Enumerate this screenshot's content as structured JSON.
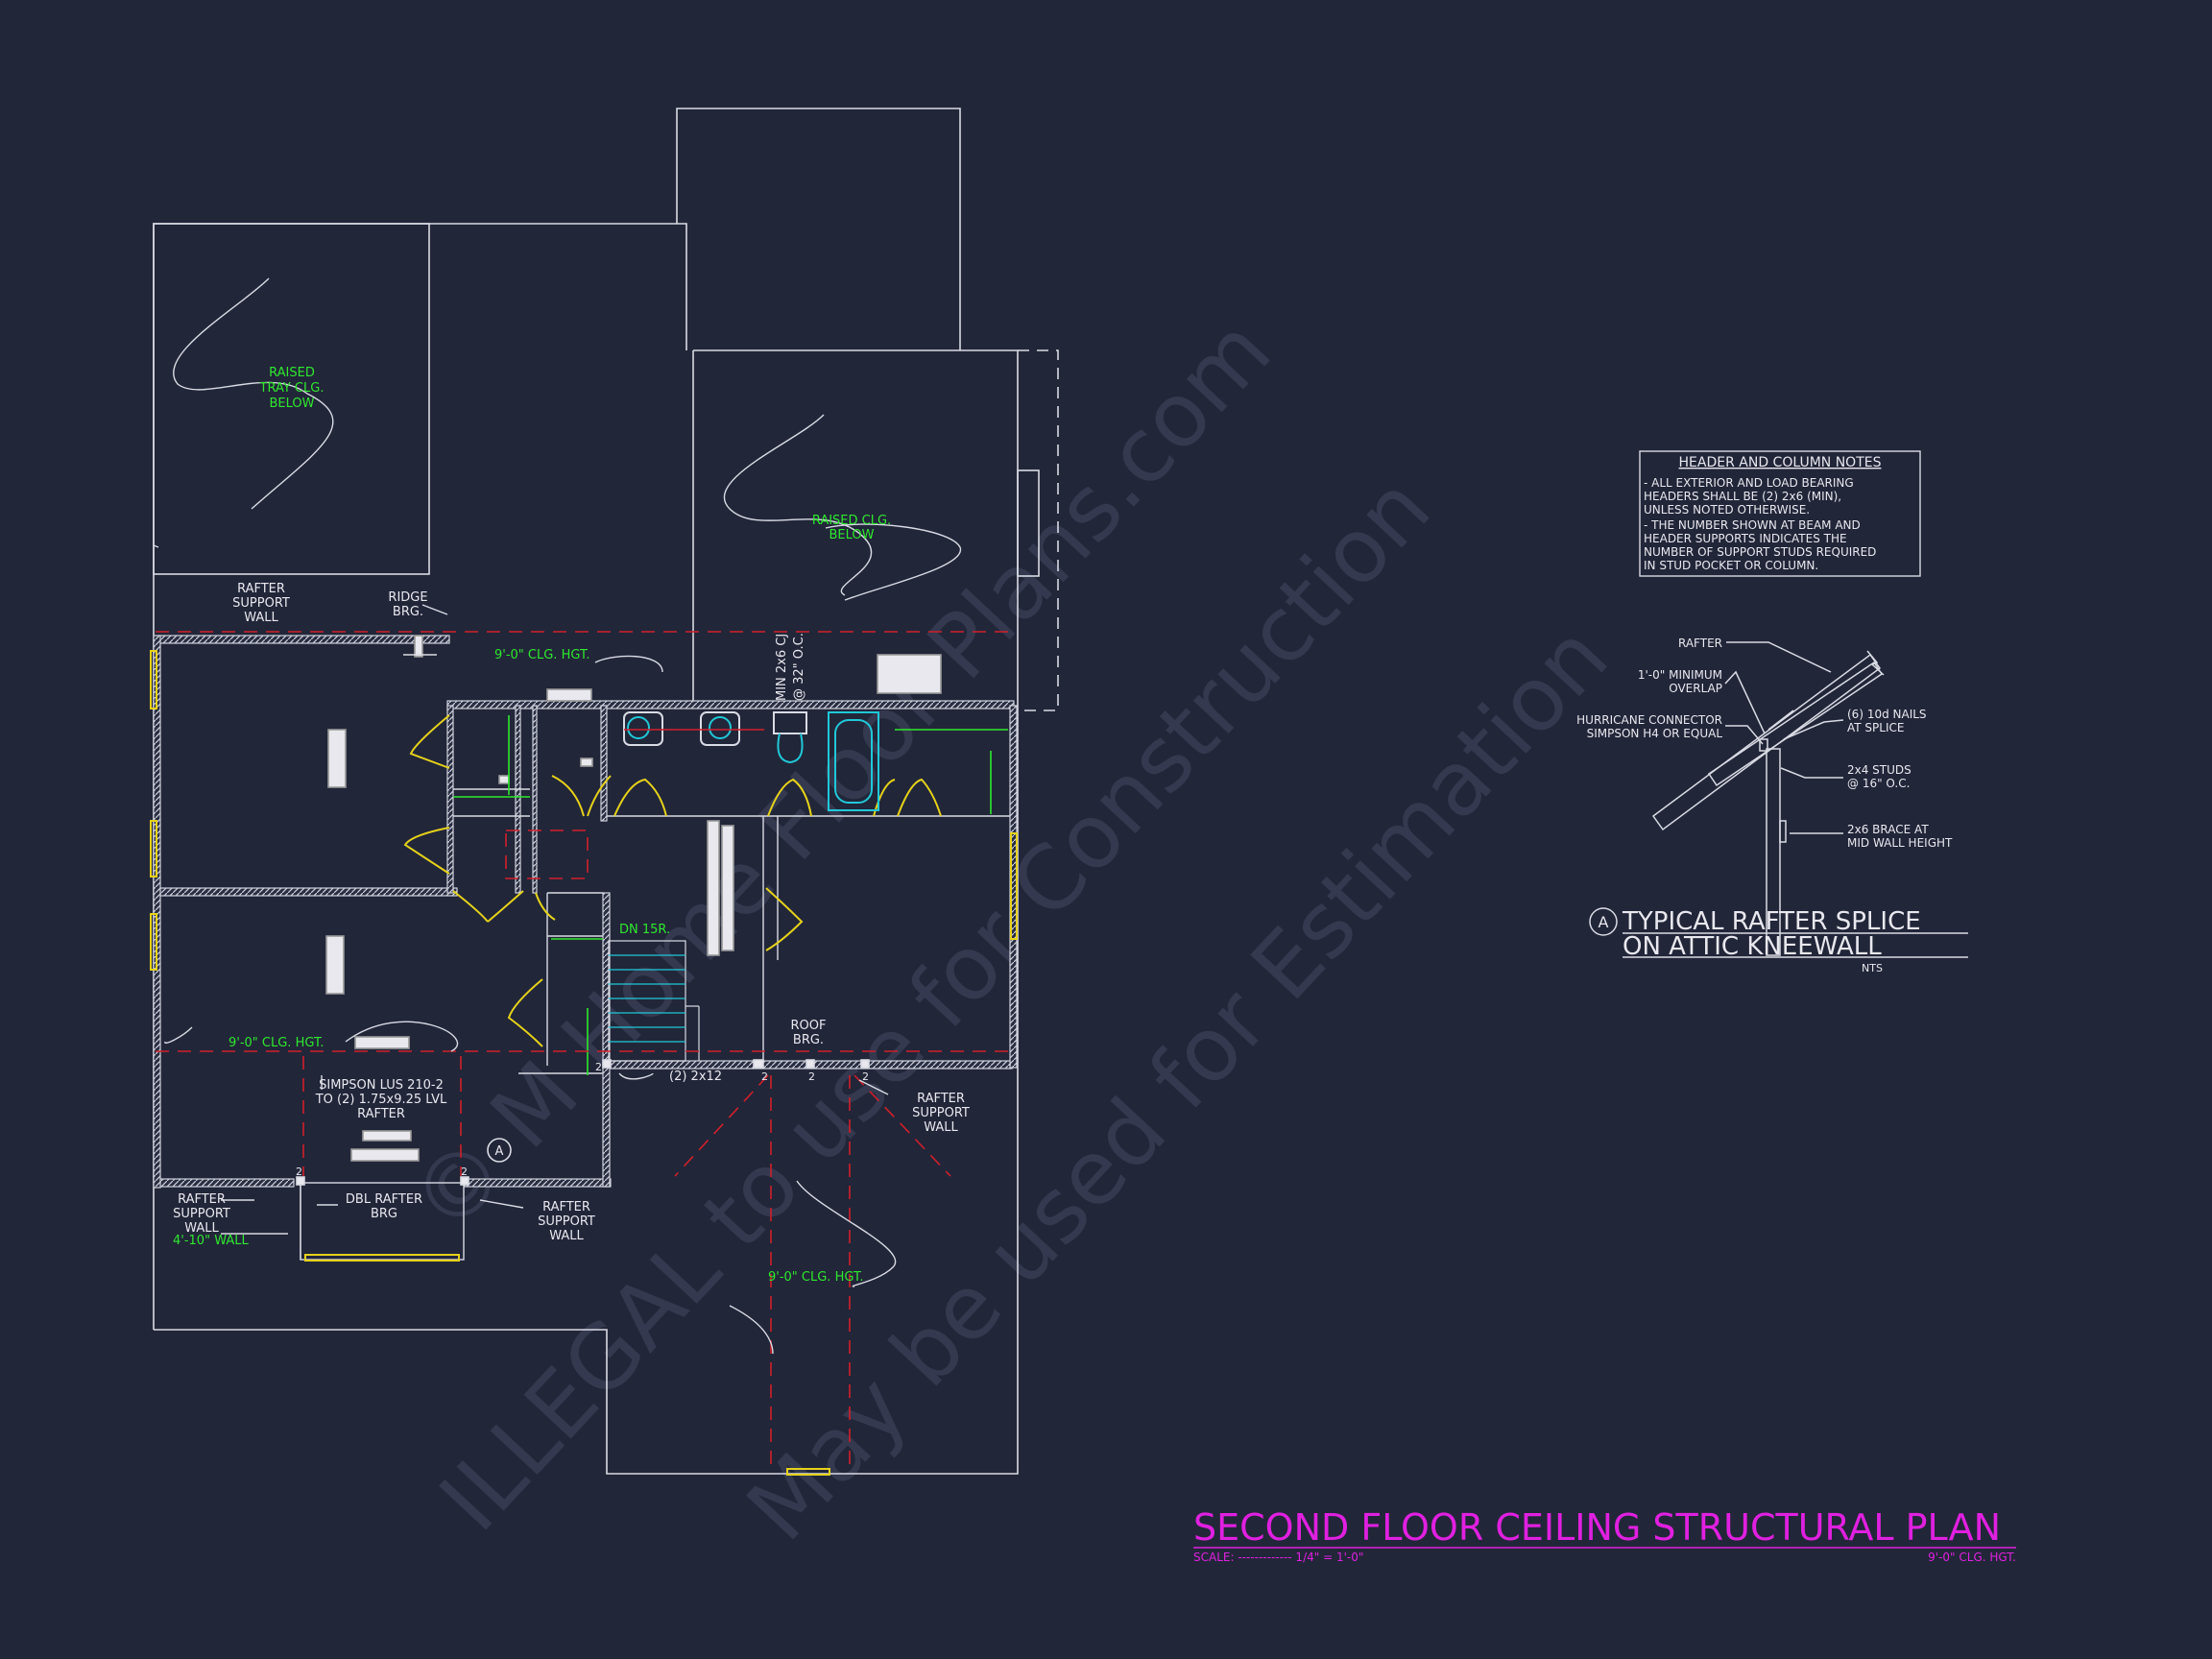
{
  "colors": {
    "background": "#222639",
    "linework": "#d9dbe3",
    "green_text": "#2ee82e",
    "white_text": "#e8e8ee",
    "magenta_title": "#e020e0",
    "red_dashed": "#d0202a",
    "yellow_door": "#e6d21a",
    "cyan_fixture": "#20c8d8",
    "watermark": "#3a3f54"
  },
  "plan": {
    "raised_tray_clg": [
      "RAISED",
      "TRAY CLG.",
      "BELOW"
    ],
    "raised_clg": [
      "RAISED CLG.",
      "BELOW"
    ],
    "clg_hgt_top": "9'-0\" CLG. HGT.",
    "clg_hgt_left": "9'-0\" CLG. HGT.",
    "clg_hgt_bottom": "9'-0\" CLG. HGT.",
    "min_cj": [
      "MIN 2x6 CJ",
      "@ 32\" O.C."
    ],
    "rafter_support_wall_top": [
      "RAFTER",
      "SUPPORT",
      "WALL"
    ],
    "ridge_brg": [
      "RIDGE",
      "BRG."
    ],
    "roof_brg": [
      "ROOF",
      "BRG."
    ],
    "rafter_support_wall_right": [
      "RAFTER",
      "SUPPORT",
      "WALL"
    ],
    "rafter_support_wall_bl": [
      "RAFTER",
      "SUPPORT",
      "WALL"
    ],
    "wall_4_10": "4'-10\" WALL",
    "dbl_rafter_brg": [
      "DBL RAFTER",
      "BRG"
    ],
    "rafter_support_wall_bc": [
      "RAFTER",
      "SUPPORT",
      "WALL"
    ],
    "simpson_note": [
      "SIMPSON LUS 210-2",
      "TO (2) 1.75x9.25 LVL",
      "RAFTER"
    ],
    "header_2x12": "(2) 2x12",
    "stair": "DN 15R.",
    "section_tag": "A",
    "support_counts": [
      "2",
      "2",
      "2",
      "2",
      "2",
      "2"
    ]
  },
  "header_notes": {
    "title": "HEADER AND COLUMN NOTES",
    "lines": [
      "- ALL EXTERIOR AND LOAD BEARING",
      "HEADERS SHALL BE (2) 2x6 (MIN),",
      "UNLESS NOTED OTHERWISE.",
      "- THE NUMBER SHOWN AT BEAM AND",
      "HEADER SUPPORTS INDICATES THE",
      "NUMBER OF SUPPORT STUDS REQUIRED",
      "IN STUD POCKET OR COLUMN."
    ]
  },
  "detail": {
    "rafter": "RAFTER",
    "overlap": [
      "1'-0\" MINIMUM",
      "OVERLAP"
    ],
    "hurricane": [
      "HURRICANE CONNECTOR",
      "SIMPSON H4 OR EQUAL"
    ],
    "nails": [
      "(6) 10d NAILS",
      "AT SPLICE"
    ],
    "studs": [
      "2x4 STUDS",
      "@ 16\" O.C."
    ],
    "brace": [
      "2x6 BRACE AT",
      "MID WALL HEIGHT"
    ],
    "tag": "A",
    "title_line1": "TYPICAL RAFTER SPLICE",
    "title_line2": "ON ATTIC KNEEWALL",
    "nts": "NTS"
  },
  "title_block": {
    "title": "SECOND FLOOR CEILING STRUCTURAL PLAN",
    "scale_label": "SCALE: ------------- 1/4\" = 1'-0\"",
    "clg_note": "9'-0\" CLG. HGT."
  },
  "watermark": {
    "line1": "© M Home Floor Plans.com",
    "line2": "ILLEGAL to use for Construction",
    "line3": "May be used for Estimation"
  }
}
